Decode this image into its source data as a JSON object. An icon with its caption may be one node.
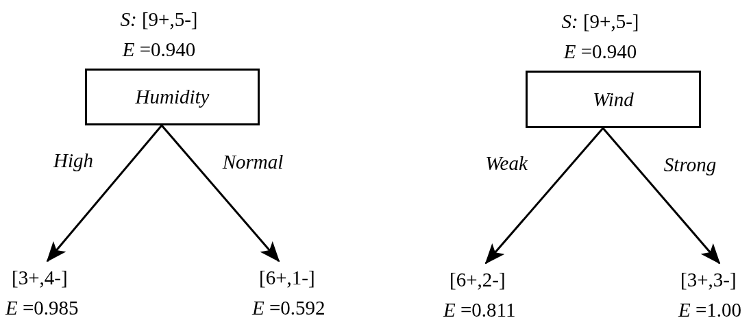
{
  "diagram": {
    "nodes": [
      {
        "text": [
          "*Humidity*"
        ],
        "beside": [
          "*S:* [9+,5-]",
          "*E* =0.940"
        ]
      },
      {
        "text": [
          "[3+,4-]",
          "*E* =0.985"
        ]
      },
      {
        "text": [
          "[6+,1-]",
          "*E* =0.592"
        ]
      },
      {
        "text": [
          "*Wind*"
        ],
        "beside": [
          "*S:* [9+,5-]",
          "*E* =0.940"
        ]
      },
      {
        "text": [
          "[6+,2-]",
          "*E* =0.811"
        ]
      },
      {
        "text": [
          "[3+,3-]",
          "*E* =1.00"
        ]
      }
    ],
    "edges": [
      {
        "from": 0,
        "to": 1,
        "arrow": "to",
        "label": "*High*"
      },
      {
        "from": 0,
        "to": 2,
        "arrow": "to",
        "label": "*Normal*"
      },
      {
        "from": 3,
        "to": 4,
        "arrow": "to",
        "label": "*Weak*"
      },
      {
        "from": 3,
        "to": 5,
        "arrow": "to",
        "label": "*Strong*"
      }
    ]
  }
}
